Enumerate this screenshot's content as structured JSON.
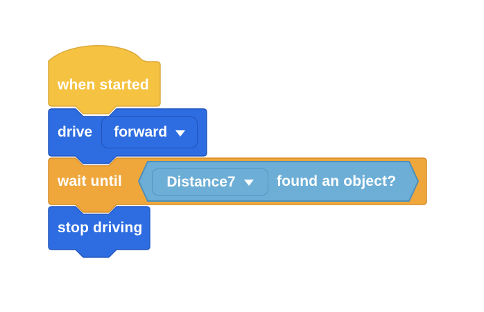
{
  "palette": {
    "canvas-bg": "#ffffff",
    "hat-fill": "#F5C242",
    "hat-stroke": "#DBA93C",
    "motion-fill": "#2E6DE1",
    "motion-stroke": "#2357BE",
    "motion-dropdown-stroke": "#2151B8",
    "control-fill": "#EFA73C",
    "control-stroke": "#D68E28",
    "boolean-fill": "#6DAED6",
    "boolean-stroke": "#4E8FB9",
    "boolean-dropdown-stroke": "#5295BE",
    "text-color": "#ffffff"
  },
  "blocks": {
    "when_started": {
      "label": "when started"
    },
    "drive": {
      "label": "drive",
      "direction_dropdown": {
        "value": "forward"
      }
    },
    "wait_until": {
      "label": "wait until",
      "condition": {
        "device_dropdown": {
          "value": "Distance7"
        },
        "predicate_label": "found an object?"
      }
    },
    "stop_driving": {
      "label": "stop driving"
    }
  }
}
